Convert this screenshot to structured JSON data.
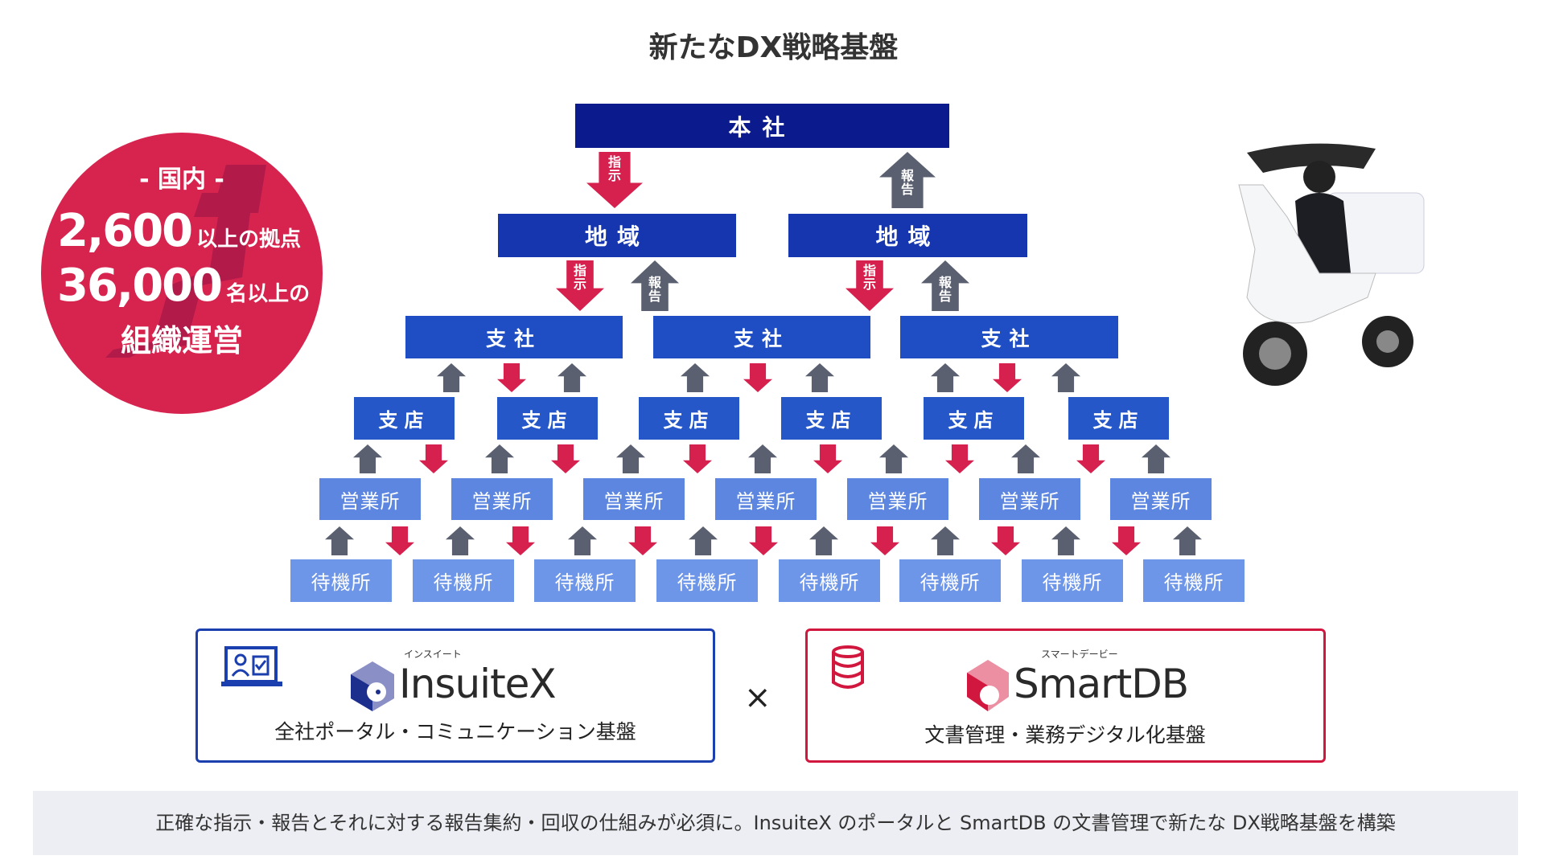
{
  "title": "新たなDX戦略基盤",
  "circle": {
    "region": "- 国内 -",
    "num1": "2,600",
    "text1": "以上の拠点",
    "num2": "36,000",
    "text2": "名以上の",
    "text3": "組織運営"
  },
  "org": {
    "honsha": "本社",
    "chiiki": "地域",
    "shisha": "支社",
    "shiten": "支店",
    "eigyo": "営業所",
    "taiki": "待機所",
    "instruct": "指示",
    "report": "報告"
  },
  "products": [
    {
      "logo_ruby": "インスイート",
      "logo": "InsuiteX",
      "desc": "全社ポータル・コミュニケーション基盤",
      "icon": "laptop-user-check-icon",
      "color": "#1c3fb0"
    },
    {
      "logo_ruby": "スマートデービー",
      "logo": "SmartDB",
      "desc": "文書管理・業務デジタル化基盤",
      "icon": "database-icon",
      "color": "#d2173f"
    }
  ],
  "times": "×",
  "footer": "正確な指示・報告とそれに対する報告集約・回収の仕組みが必須に。InsuiteX のポータルと SmartDB の文書管理で新たな DX戦略基盤を構築",
  "colors": {
    "red": "#d6204e",
    "gray": "#5a6070",
    "navy": "#0b1a8c"
  }
}
